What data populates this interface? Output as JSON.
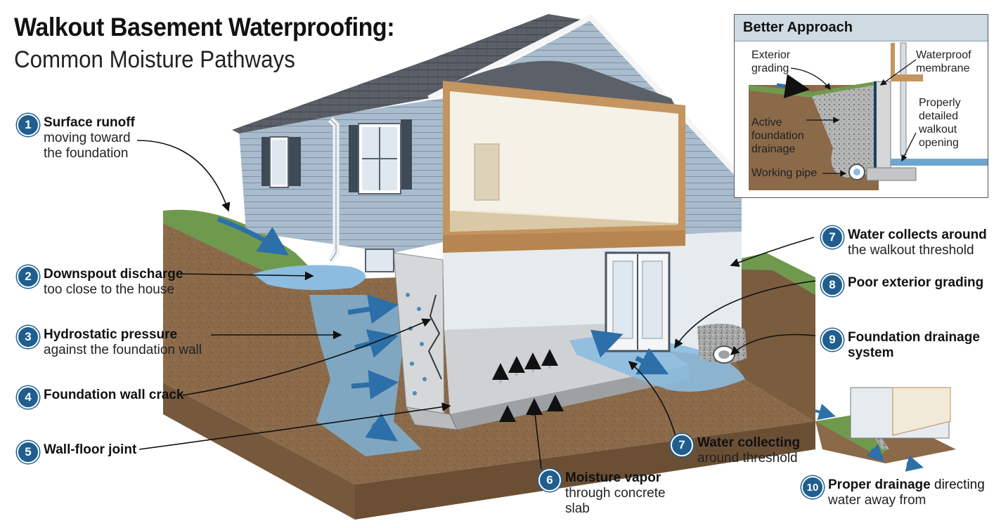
{
  "title": "Walkout Basement Waterproofing:",
  "subtitle": "Common Moisture Pathways",
  "callouts": [
    {
      "num": "1",
      "bold": "Surface runoff",
      "line1": "moving toward",
      "line2": "the foundation"
    },
    {
      "num": "2",
      "bold": "Downspout discharge",
      "line1": "too close to the house"
    },
    {
      "num": "3",
      "bold": "Hydrostatic pressure",
      "line1": "against the foundation wall"
    },
    {
      "num": "4",
      "bold": "Foundation wall crack"
    },
    {
      "num": "5",
      "bold": "Wall-floor joint"
    },
    {
      "num": "6",
      "bold": "Moisture vapor",
      "line1": "through concrete",
      "line2": "slab"
    },
    {
      "num": "7",
      "bold": "Water collecting",
      "line1": "around threshold"
    },
    {
      "num": "7",
      "bold": "Water collects around",
      "line1": "the walkout threshold"
    },
    {
      "num": "8",
      "bold": "Poor exterior grading"
    },
    {
      "num": "9",
      "bold": "Foundation drainage",
      "line1": "system"
    },
    {
      "num": "10",
      "bold": "Proper drainage",
      "rest": " directing",
      "line1": "water away from"
    }
  ],
  "inset": {
    "title": "Better Approach",
    "labels": {
      "exterior_grading_1": "Exterior",
      "exterior_grading_2": "grading",
      "active_1": "Active",
      "active_2": "foundation",
      "active_3": "drainage",
      "pipe": "Working pipe",
      "membrane_1": "Waterproof",
      "membrane_2": "membrane",
      "walkout_1": "Properly",
      "walkout_2": "detailed",
      "walkout_3": "walkout",
      "walkout_4": "opening"
    }
  },
  "colors": {
    "accent": "#1f5e8e",
    "siding": "#a9bccd",
    "roof": "#5b6068",
    "soil": "#8b6a4a",
    "grass": "#6f9a4e",
    "water": "#6fa6cf",
    "concrete": "#cfd2d4",
    "wood_trim": "#c4955f"
  }
}
